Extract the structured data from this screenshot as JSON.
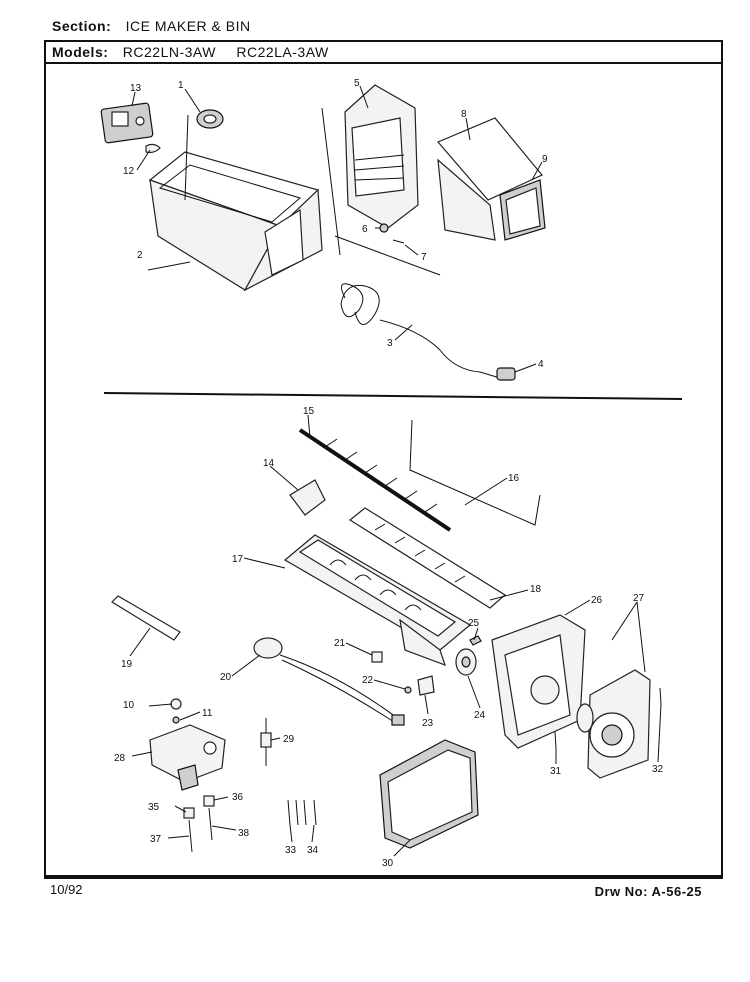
{
  "header": {
    "section_label": "Section:",
    "section_value": "ICE MAKER & BIN",
    "models_label": "Models:",
    "models": [
      "RC22LN-3AW",
      "RC22LA-3AW"
    ]
  },
  "footer": {
    "date_code": "10/92",
    "drawing_number": "Drw No: A-56-25"
  },
  "callouts": [
    "1",
    "2",
    "3",
    "4",
    "5",
    "6",
    "7",
    "8",
    "9",
    "10",
    "11",
    "12",
    "13",
    "14",
    "15",
    "16",
    "17",
    "18",
    "19",
    "20",
    "21",
    "22",
    "23",
    "24",
    "25",
    "26",
    "27",
    "28",
    "29",
    "30",
    "31",
    "32",
    "33",
    "34",
    "35",
    "36",
    "37",
    "38"
  ]
}
